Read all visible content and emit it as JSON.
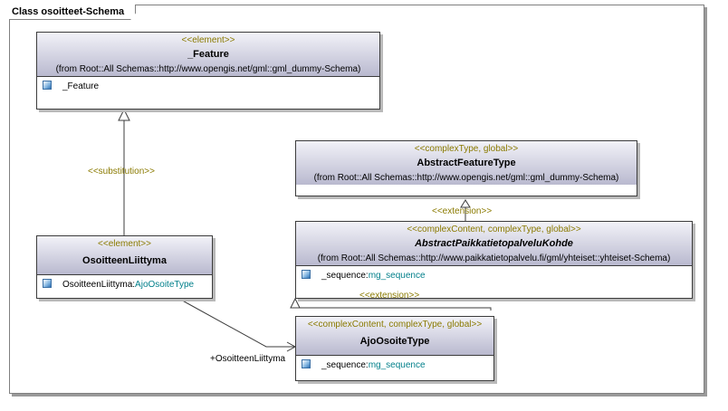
{
  "diagram": {
    "frame_title": "Class osoitteet-Schema",
    "classes": {
      "feature": {
        "stereotype": "<<element>>",
        "name": "_Feature",
        "from": "(from Root::All Schemas::http://www.opengis.net/gml::gml_dummy-Schema)",
        "attributes": [
          {
            "name": "_Feature",
            "type": ""
          }
        ]
      },
      "abstract_feature_type": {
        "stereotype": "<<complexType, global>>",
        "name": "AbstractFeatureType",
        "from": "(from Root::All Schemas::http://www.opengis.net/gml::gml_dummy-Schema)"
      },
      "abstract_paikkatieto": {
        "stereotype": "<<complexContent, complexType, global>>",
        "name": "AbstractPaikkatietopalveluKohde",
        "from": "(from Root::All Schemas::http://www.paikkatietopalvelu.fi/gml/yhteiset::yhteiset-Schema)",
        "attributes": [
          {
            "name": "_sequence:",
            "type": "mg_sequence"
          }
        ]
      },
      "osoitteen_liittyma": {
        "stereotype": "<<element>>",
        "name": "OsoitteenLiittyma",
        "attributes": [
          {
            "name": "OsoitteenLiittyma:",
            "type": "AjoOsoiteType"
          }
        ]
      },
      "ajo_osoite_type": {
        "stereotype": "<<complexContent, complexType, global>>",
        "name": "AjoOsoiteType",
        "attributes": [
          {
            "name": "_sequence:",
            "type": "mg_sequence"
          }
        ]
      }
    },
    "relations": {
      "substitution_label": "<<substitution>>",
      "extension_label_1": "<<extension>>",
      "extension_label_2": "<<extension>>",
      "association_role": "+OsoitteenLiittyma"
    },
    "colors": {
      "stereotype": "#8a7a00",
      "type_link": "#007f8a",
      "header_gradient_top": "#f2f2f8",
      "header_gradient_bottom": "#b9b9cf"
    }
  }
}
